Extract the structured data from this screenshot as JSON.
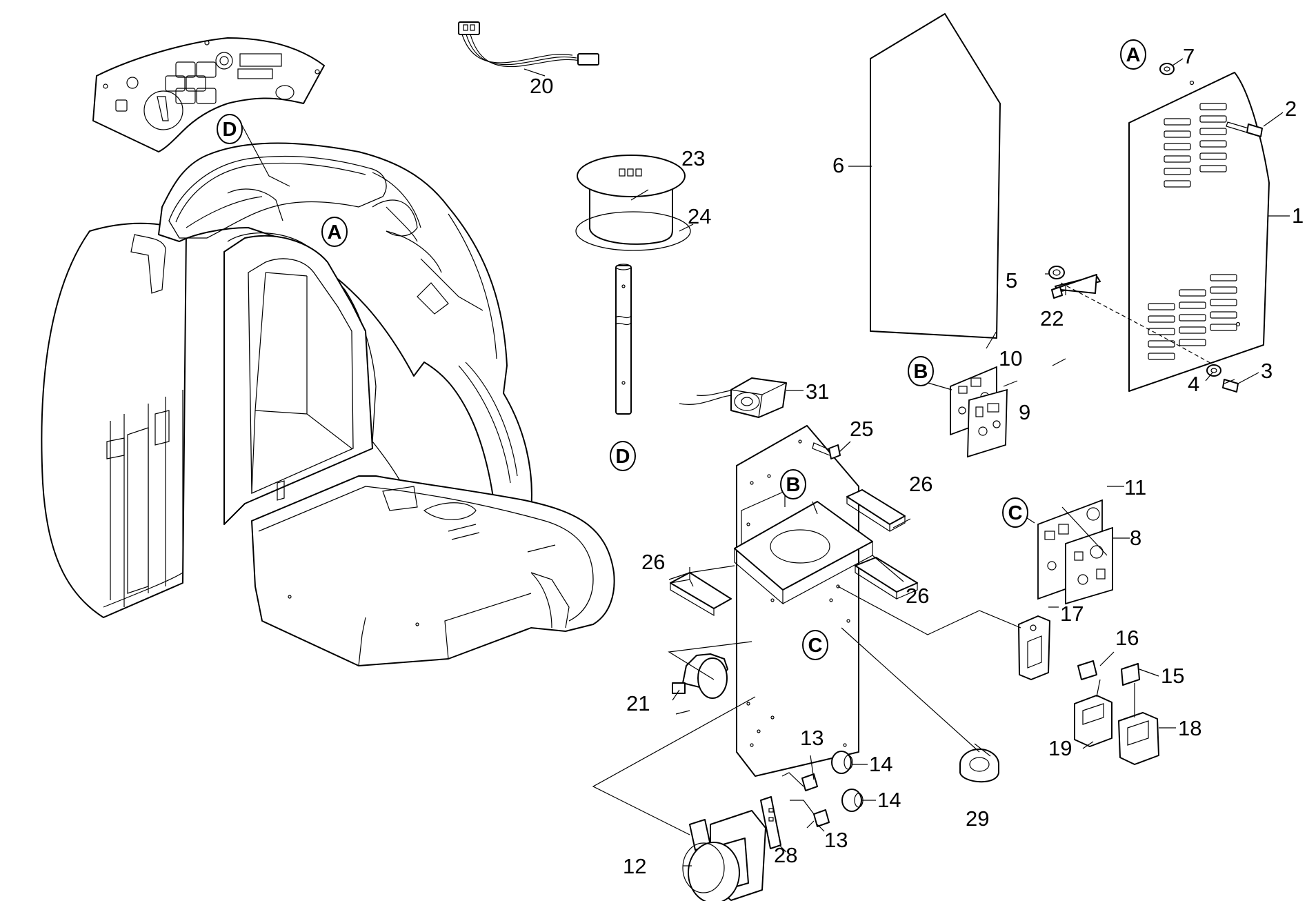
{
  "callouts": {
    "c1": "1",
    "c2": "2",
    "c3": "3",
    "c4": "4",
    "c5": "5",
    "c6": "6",
    "c7": "7",
    "c8": "8",
    "c9": "9",
    "c10": "10",
    "c11": "11",
    "c12": "12",
    "c13a": "13",
    "c13b": "13",
    "c14a": "14",
    "c14b": "14",
    "c15": "15",
    "c16": "16",
    "c17": "17",
    "c18": "18",
    "c19": "19",
    "c20": "20",
    "c21": "21",
    "c22": "22",
    "c23": "23",
    "c24": "24",
    "c25": "25",
    "c26a": "26",
    "c26b": "26",
    "c26c": "26",
    "c28": "28",
    "c29": "29",
    "c31": "31"
  },
  "refs": {
    "a_housing": "A",
    "a_cover": "A",
    "b_plate": "B",
    "b_boards": "B",
    "c_plate": "C",
    "c_boards": "C",
    "d_panel": "D",
    "d_tube": "D"
  },
  "colors": {
    "line": "#000000",
    "background": "#ffffff"
  }
}
